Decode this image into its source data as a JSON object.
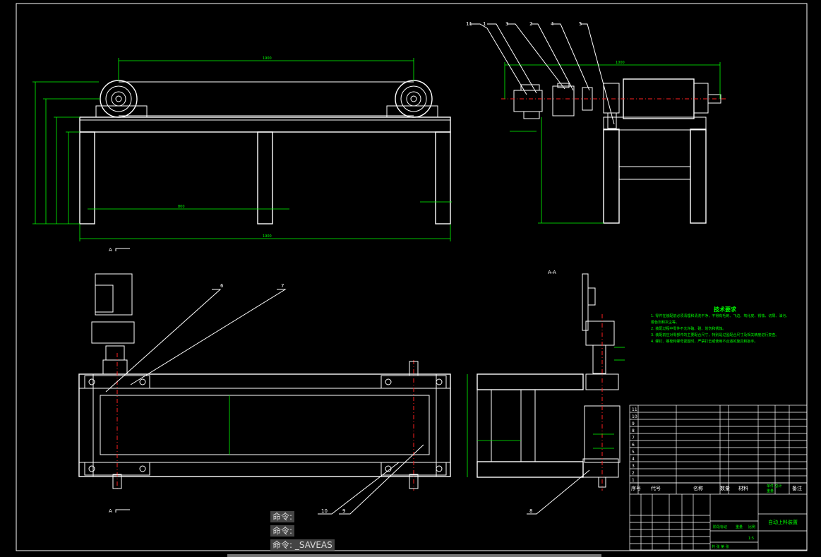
{
  "drawing": {
    "balloons_top_right": [
      "11",
      "1",
      "3",
      "2",
      "4",
      "5"
    ],
    "balloons_bottom": [
      "6",
      "7",
      "10",
      "9",
      "8"
    ],
    "section_marks": [
      "A",
      "A"
    ],
    "section_label": "A-A",
    "dims_front": {
      "top": "1900",
      "bottom": "1900",
      "inner": "800"
    },
    "dims_side": {
      "top": "1000"
    }
  },
  "tech": {
    "title": "技术要求",
    "notes": [
      "1. 零件在装配前必须清理和清洗干净，不得有毛刺、飞边、氧化皮、锈蚀、切屑、油污、",
      "   着色剂和灰尘等。",
      "2. 装配过程中零件不允许磕、碰、划伤和锈蚀。",
      "3. 装配前应对零部件的主要配合尺寸，特别是过盈配合尺寸及相关精度进行复查。",
      "4. 螺钉、螺栓和螺母紧固时，严禁打击或使用不合适的旋具和扳手。"
    ]
  },
  "titleblock": {
    "header": {
      "seq": "序号",
      "code": "代号",
      "name": "名称",
      "qty": "数量",
      "mat": "材料",
      "unit": "单件 总计",
      "weight": "重量",
      "note": "备注"
    },
    "rows": [
      {
        "seq": "11",
        "code": "",
        "name": "",
        "qty": "",
        "mat": ""
      },
      {
        "seq": "10",
        "code": "",
        "name": "",
        "qty": "",
        "mat": ""
      },
      {
        "seq": "9",
        "code": "",
        "name": "",
        "qty": "",
        "mat": ""
      },
      {
        "seq": "8",
        "code": "",
        "name": "",
        "qty": "",
        "mat": ""
      },
      {
        "seq": "7",
        "code": "",
        "name": "",
        "qty": "",
        "mat": ""
      },
      {
        "seq": "6",
        "code": "",
        "name": "",
        "qty": "",
        "mat": ""
      },
      {
        "seq": "5",
        "code": "",
        "name": "",
        "qty": "",
        "mat": ""
      },
      {
        "seq": "4",
        "code": "",
        "name": "",
        "qty": "",
        "mat": ""
      },
      {
        "seq": "3",
        "code": "",
        "name": "",
        "qty": "",
        "mat": ""
      },
      {
        "seq": "2",
        "code": "",
        "name": "",
        "qty": "",
        "mat": ""
      },
      {
        "seq": "1",
        "code": "",
        "name": "",
        "qty": "",
        "mat": ""
      }
    ],
    "drawing_title": "自动上料装置",
    "stage": "阶段标记",
    "weight": "重量",
    "scale": "比例",
    "scale_value": "1:5",
    "sheet": "共  张  第  张"
  },
  "commands": [
    "命令:",
    "命令:",
    "命令: _SAVEAS"
  ]
}
